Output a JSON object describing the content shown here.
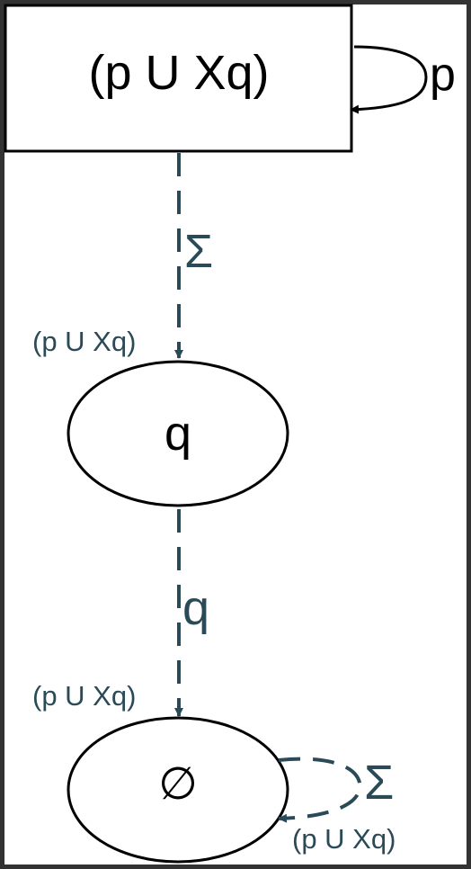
{
  "diagram": {
    "nodes": {
      "start": {
        "label": "(p U Xq)",
        "shape": "box"
      },
      "q": {
        "label": "q",
        "shape": "ellipse"
      },
      "empty": {
        "label": "∅",
        "shape": "ellipse"
      }
    },
    "edges": {
      "start_self": {
        "label": "p",
        "style": "solid"
      },
      "start_to_q": {
        "label": "Σ",
        "tail_label": "(p U Xq)",
        "style": "dashed"
      },
      "q_to_empty": {
        "label": "q",
        "tail_label": "(p U Xq)",
        "style": "dashed"
      },
      "empty_self": {
        "label": "Σ",
        "tail_label": "(p U Xq)",
        "style": "dashed"
      }
    },
    "colors": {
      "node_stroke": "#000000",
      "edge_dashed": "#2b4a57",
      "frame": "#333333",
      "background": "#ffffff"
    }
  }
}
